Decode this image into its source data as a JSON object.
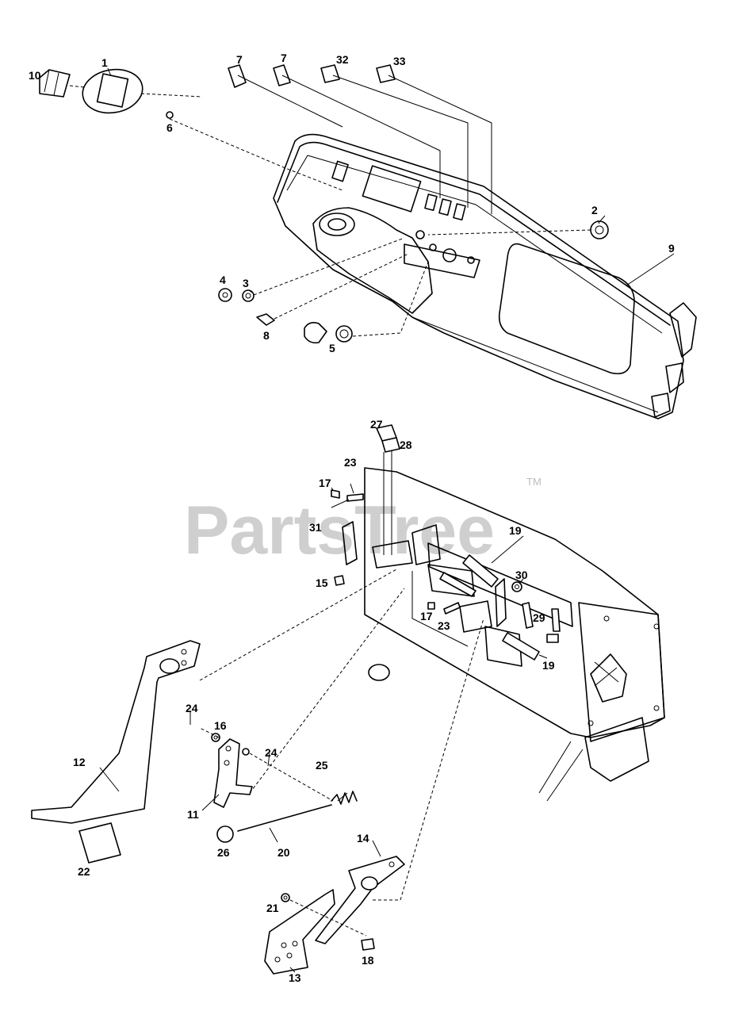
{
  "watermark": {
    "text": "PartsTree",
    "tm": "TM"
  },
  "callouts": [
    {
      "id": "c1",
      "label": "1"
    },
    {
      "id": "c2",
      "label": "2"
    },
    {
      "id": "c3",
      "label": "3"
    },
    {
      "id": "c4",
      "label": "4"
    },
    {
      "id": "c5",
      "label": "5"
    },
    {
      "id": "c6",
      "label": "6"
    },
    {
      "id": "c7a",
      "label": "7"
    },
    {
      "id": "c7b",
      "label": "7"
    },
    {
      "id": "c8",
      "label": "8"
    },
    {
      "id": "c9",
      "label": "9"
    },
    {
      "id": "c10",
      "label": "10"
    },
    {
      "id": "c11",
      "label": "11"
    },
    {
      "id": "c12",
      "label": "12"
    },
    {
      "id": "c13",
      "label": "13"
    },
    {
      "id": "c14",
      "label": "14"
    },
    {
      "id": "c15",
      "label": "15"
    },
    {
      "id": "c16",
      "label": "16"
    },
    {
      "id": "c17a",
      "label": "17"
    },
    {
      "id": "c17b",
      "label": "17"
    },
    {
      "id": "c18",
      "label": "18"
    },
    {
      "id": "c19a",
      "label": "19"
    },
    {
      "id": "c19b",
      "label": "19"
    },
    {
      "id": "c20",
      "label": "20"
    },
    {
      "id": "c21",
      "label": "21"
    },
    {
      "id": "c22",
      "label": "22"
    },
    {
      "id": "c23a",
      "label": "23"
    },
    {
      "id": "c23b",
      "label": "23"
    },
    {
      "id": "c24a",
      "label": "24"
    },
    {
      "id": "c24b",
      "label": "24"
    },
    {
      "id": "c25",
      "label": "25"
    },
    {
      "id": "c26",
      "label": "26"
    },
    {
      "id": "c27",
      "label": "27"
    },
    {
      "id": "c28",
      "label": "28"
    },
    {
      "id": "c29",
      "label": "29"
    },
    {
      "id": "c30",
      "label": "30"
    },
    {
      "id": "c31",
      "label": "31"
    },
    {
      "id": "c32",
      "label": "32"
    },
    {
      "id": "c33",
      "label": "33"
    }
  ]
}
